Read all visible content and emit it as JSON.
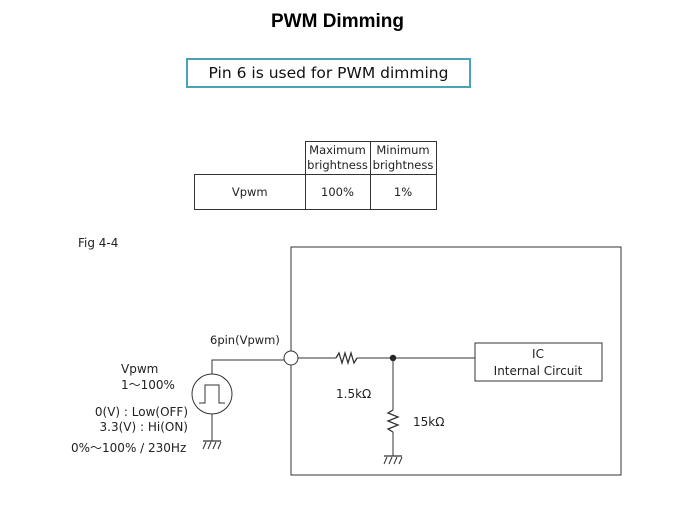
{
  "slide": {
    "title": "PWM Dimming",
    "callout": "Pin 6 is used for PWM dimming"
  },
  "table": {
    "header_max_line1": "Maximum",
    "header_max_line2": "brightness",
    "header_min_line1": "Minimum",
    "header_min_line2": "brightness",
    "row_label": "Vpwm",
    "max_value": "100%",
    "min_value": "1%"
  },
  "figure": {
    "label": "Fig 4-4",
    "pin_label": "6pin(Vpwm)",
    "source_name": "Vpwm",
    "source_range": "1～100%",
    "low_level": "0(V) : Low(OFF)",
    "high_level": "3.3(V) : Hi(ON)",
    "duty_freq": "0%～100% / 230Hz",
    "series_resistor": "1.5kΩ",
    "shunt_resistor": "15kΩ",
    "ic_line1": "IC",
    "ic_line2": "Internal Circuit"
  }
}
